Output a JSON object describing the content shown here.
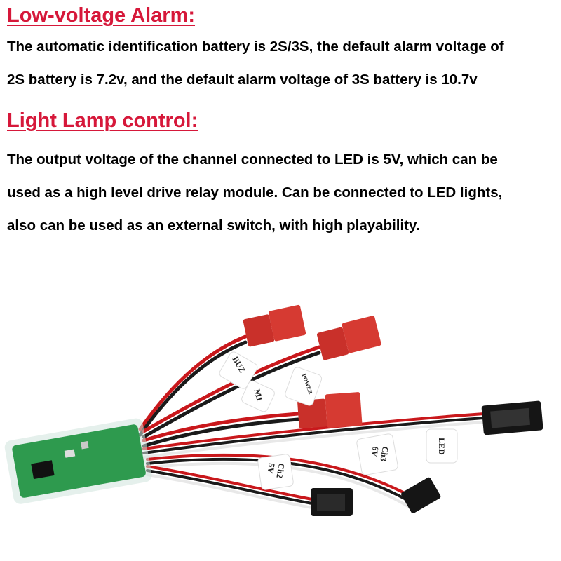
{
  "sections": [
    {
      "heading": "Low-voltage Alarm:",
      "lines": [
        "The automatic identification battery is 2S/3S, the default alarm voltage of",
        "2S battery is 7.2v, and the default alarm voltage of 3S battery is 10.7v"
      ]
    },
    {
      "heading": "Light Lamp control:",
      "lines": [
        "The output voltage of the channel connected to LED is 5V, which can be",
        "used as a high level drive relay module. Can be connected to LED lights,",
        "also can be used as an external switch, with high playability."
      ]
    }
  ],
  "colors": {
    "heading": "#d6183a",
    "wire_red": "#c9181c",
    "wire_black": "#1a1a1a",
    "plug_red": "#d63a32",
    "board_green": "#2e9a4e"
  },
  "wire_labels": {
    "buzzer": "BUZ",
    "motor": "M1",
    "power": "POWER",
    "led": "LED",
    "ch3": "Ch3",
    "ch3_volt": "6V",
    "ch2": "Ch2",
    "ch2_volt": "5V"
  }
}
